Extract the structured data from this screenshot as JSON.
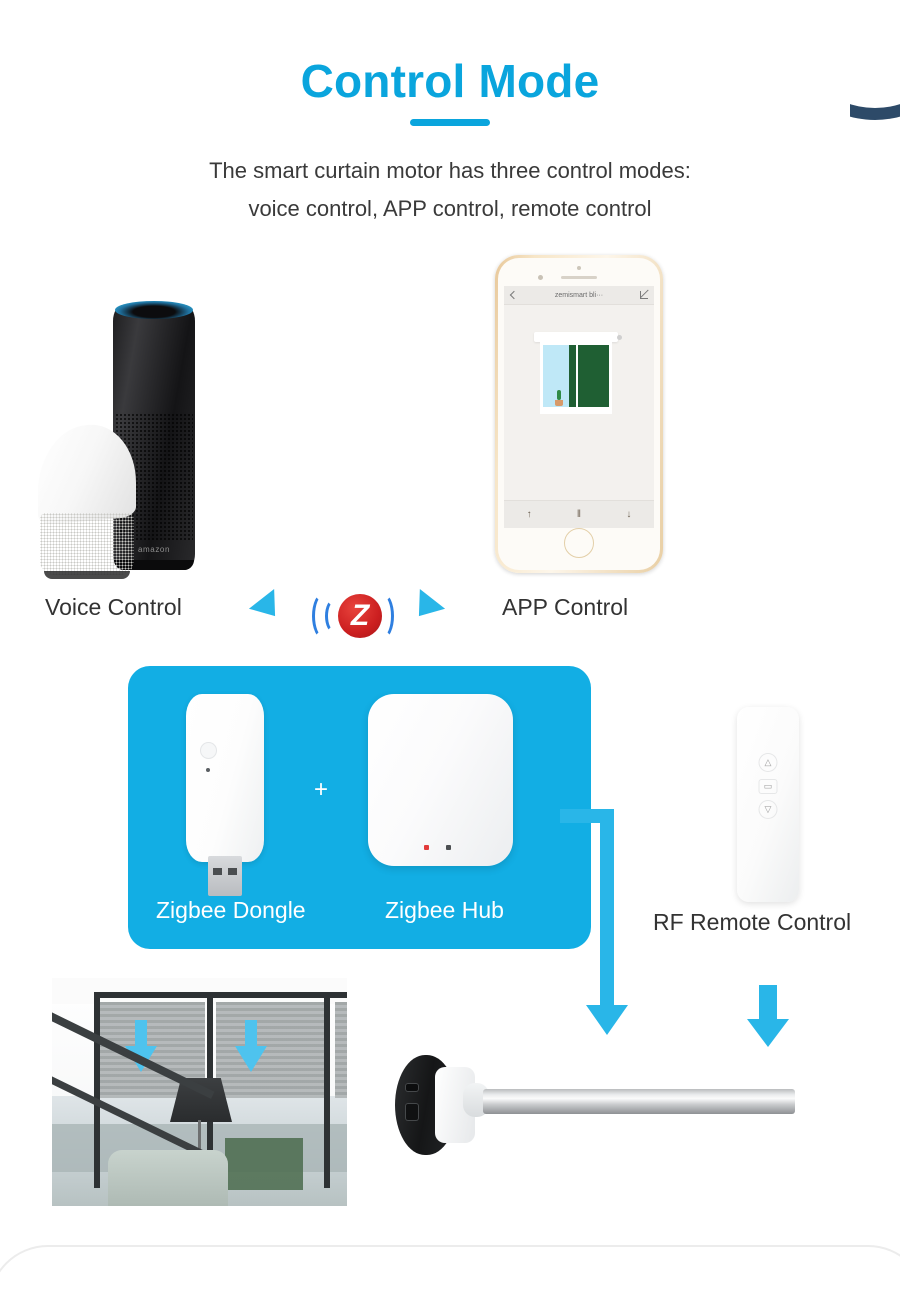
{
  "page": {
    "title": "Control Mode",
    "subtitle_line1": "The smart curtain motor has three control modes:",
    "subtitle_line2": "voice control, APP control, remote control"
  },
  "colors": {
    "accent_blue": "#0aa5dd",
    "panel_blue": "#12aee4",
    "arrow_blue": "#29b6e8",
    "corner_navy": "#2d4a68",
    "zigbee_red": "#cc1f20",
    "zigbee_wave_blue": "#2f7fe0",
    "text_dark": "#333333"
  },
  "sections": {
    "voice": {
      "label": "Voice Control",
      "devices": [
        {
          "name": "amazon-echo",
          "brand_text": "amazon"
        },
        {
          "name": "google-home",
          "brand_text": ""
        }
      ]
    },
    "app": {
      "label": "APP Control",
      "phone": {
        "app_title": "zemismart bli···",
        "back_icon": "chevron-left-icon",
        "edit_icon": "pencil-edit-icon",
        "controls": [
          {
            "name": "blind-up-button",
            "glyph": "↑"
          },
          {
            "name": "blind-pause-button",
            "glyph": "‖"
          },
          {
            "name": "blind-down-button",
            "glyph": "↓"
          }
        ]
      }
    },
    "zigbee": {
      "logo_letter": "Z",
      "icon_name": "zigbee-signal-icon"
    },
    "hub_panel": {
      "dongle_label": "Zigbee Dongle",
      "hub_label": "Zigbee Hub",
      "plus": "+"
    },
    "remote": {
      "label": "RF Remote Control",
      "buttons": [
        {
          "name": "remote-up-button",
          "glyph": "△"
        },
        {
          "name": "remote-stop-button",
          "glyph": "▭"
        },
        {
          "name": "remote-down-button",
          "glyph": "▽"
        }
      ]
    },
    "bottom": {
      "room_photo_name": "room-with-motorized-blinds-photo",
      "motor_photo_name": "curtain-motor-with-rod-photo"
    }
  }
}
